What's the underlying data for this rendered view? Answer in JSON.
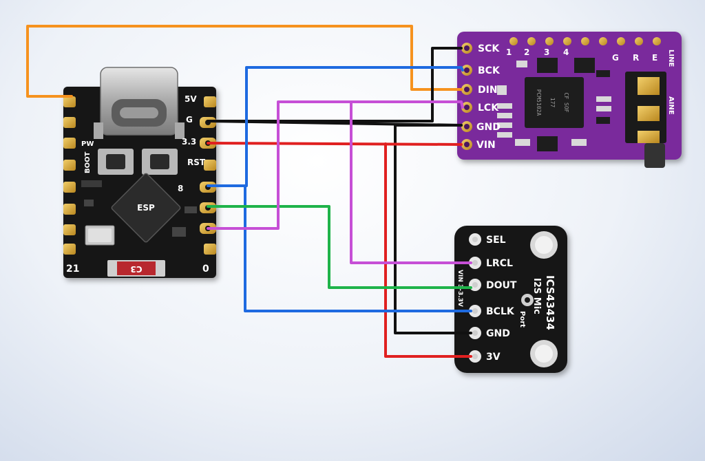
{
  "colors": {
    "wire_orange": "#f6921e",
    "wire_blue": "#1e6ae0",
    "wire_magenta": "#c64fd6",
    "wire_green": "#1fb34a",
    "wire_red": "#e02020",
    "wire_black": "#111111",
    "pcb_black": "#151515",
    "pcb_purple": "#7a2a9c",
    "pad_gold": "#d8a93a"
  },
  "esp32": {
    "label_5v": "5V",
    "label_g": "G",
    "label_33": "3.3",
    "label_rst": "RST",
    "label_8": "8",
    "label_boot": "BOOT",
    "label_pw": "PW",
    "label_21": "21",
    "label_0": "0",
    "label_c3": "C3",
    "chip_marking": "ESP"
  },
  "dac": {
    "pin_sck": "SCK",
    "pin_bck": "BCK",
    "pin_din": "DIN",
    "pin_lck": "LCK",
    "pin_gnd": "GND",
    "pin_vin": "VIN",
    "top_1": "1",
    "top_2": "2",
    "top_3": "3",
    "top_4": "4",
    "top_g": "G",
    "top_r": "R",
    "top_e": "E",
    "side_line": "LINE",
    "side_aine": "AINE",
    "chip_line1": "PCM5102A",
    "chip_line2": "177",
    "chip_line3": "CF SOF"
  },
  "mic": {
    "pin_sel": "SEL",
    "pin_lrcl": "LRCL",
    "pin_dout": "DOUT",
    "pin_bclk": "BCLK",
    "pin_gnd": "GND",
    "pin_3v": "3V",
    "title": "ICS43434",
    "subtitle": "I2S Mic",
    "port": "Port",
    "side_text": "VIN 3-3.3V"
  }
}
